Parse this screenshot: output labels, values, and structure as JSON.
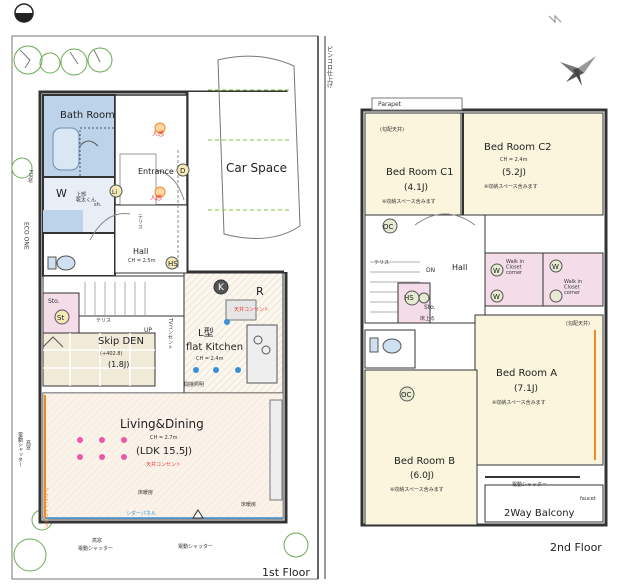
{
  "labels": {
    "road": "ピンコロ仕上げ",
    "parapet": "Parapet",
    "bath_room": "Bath Room",
    "jinkan1": "人感",
    "jinkan2": "人感",
    "entrance": "Entrance",
    "car_space": "Car Space",
    "w": "W",
    "washroom_note": "上部\n乾太くん",
    "fixed_window": "FIX窓",
    "eco_one": "ECO ONE",
    "hall1": "Hall",
    "hall1_ch": "CH = 2.5m",
    "terrace_tag1": "テリス",
    "sh": "sh.",
    "sto1": "Sto.",
    "st": "St",
    "terrace_tag2": "テリス",
    "up": "UP",
    "skip_den": "Skip DEN",
    "skip_den_ch": "(+402.8)",
    "skip_den_size": "(1.8J)",
    "k": "K",
    "r": "R",
    "ceiling_consent1": "天井コンセント",
    "tv_consent": "TVコンセント",
    "kitchen_title": "L型",
    "kitchen_sub": "flat Kitchen",
    "kitchen_ch": "CH = 2.4m",
    "exhaust": "間接照明",
    "living_title": "Living&Dining",
    "living_ch": "CH = 2.7m",
    "living_size": "(LDK 15.5J)",
    "ceiling_consent2": "天井コンセント",
    "floor_heating1": "床暖房",
    "floor_heating2": "床暖房",
    "cedar_panel": "シダーパネル",
    "shutter_left": "電動シャッター",
    "shutter_left2": "高窓",
    "shutter_bottom1": "電動シャッター",
    "shutter_bottom1b": "高窓",
    "shutter_bottom2": "電動シャッター",
    "first_floor": "1st Floor",
    "accent_cloth1": "アクセントクロス",
    "c1_top": "(勾配天井)",
    "bed_c1": "Bed Room C1",
    "bed_c1_size": "(4.1J)",
    "bed_c1_note": "※収納スペース含みます",
    "bed_c2": "Bed Room C2",
    "bed_c2_ch": "CH = 2.4m",
    "bed_c2_size": "(5.2J)",
    "bed_c2_note": "※収納スペース含みます",
    "oc1": "OC",
    "dn": "DN",
    "hall2": "Hall",
    "wic1": "Walk in\nCloset\ncorner",
    "wic2": "Walk in\nCloset\ncorner",
    "w1": "W",
    "w2": "W",
    "w3": "W",
    "sto2": "Sto.",
    "hs1": "HS",
    "hs2": "HS",
    "floor_up": "床上る",
    "bed_a_top": "(勾配天井)",
    "bed_a": "Bed Room A",
    "bed_a_size": "(7.1J)",
    "bed_a_note": "※収納スペース含みます",
    "oc2": "OC",
    "bed_b": "Bed Room B",
    "bed_b_size": "(6.0J)",
    "bed_b_note": "※収納スペース含みます",
    "shutter_2f": "電動シャッター",
    "faucet": "faucet",
    "balcony": "2Way Balcony",
    "second_floor": "2nd Floor",
    "d": "D",
    "li": "Li",
    "li2": "Li"
  }
}
